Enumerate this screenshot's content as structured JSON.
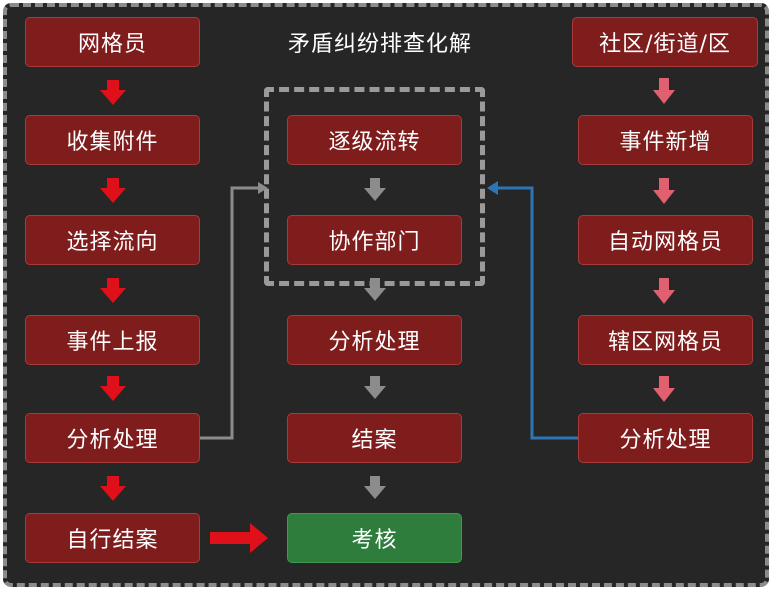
{
  "title": "矛盾纠纷排查化解",
  "left_column": [
    "网格员",
    "收集附件",
    "选择流向",
    "事件上报",
    "分析处理",
    "自行结案"
  ],
  "middle_column": [
    "逐级流转",
    "协作部门",
    "分析处理",
    "结案",
    "考核"
  ],
  "right_column": [
    "社区/街道/区",
    "事件新增",
    "自动网格员",
    "辖区网格员",
    "分析处理"
  ],
  "colors": {
    "background": "#262626",
    "box_red": "#7f1d1d",
    "box_green": "#2e7d3c",
    "arrow_red": "#e0101a",
    "arrow_pink": "#e06070",
    "arrow_gray": "#8c8c8c",
    "arrow_blue": "#2e75b6"
  }
}
